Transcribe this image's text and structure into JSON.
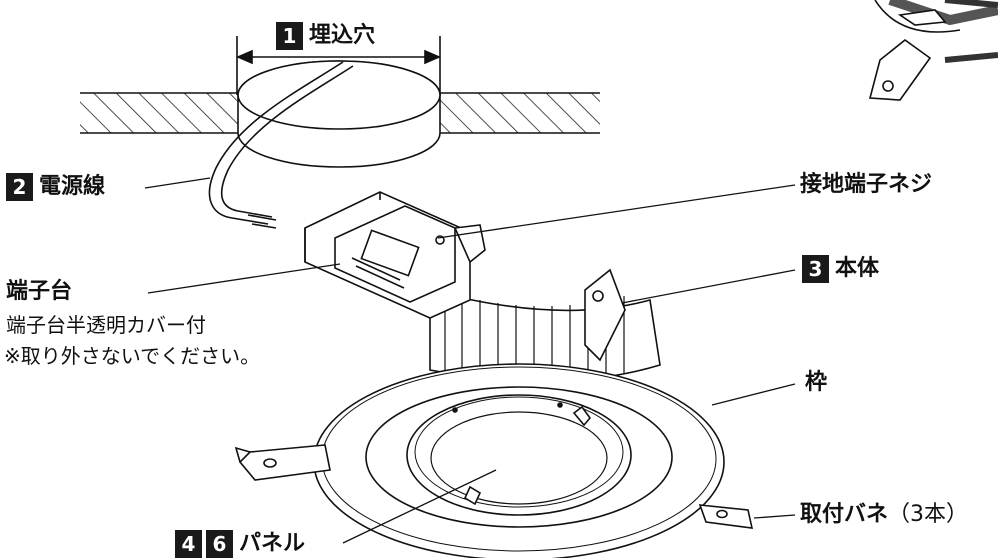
{
  "labels": {
    "hole": {
      "num": "1",
      "text": "埋込穴"
    },
    "power": {
      "num": "2",
      "text": "電源線"
    },
    "ground_screw": {
      "text": "接地端子ネジ"
    },
    "body": {
      "num": "3",
      "text": "本体"
    },
    "terminal": {
      "text": "端子台"
    },
    "terminal_note_1": "端子台半透明カバー付",
    "terminal_note_2": "※取り外さないでください。",
    "frame": {
      "text": "枠"
    },
    "spring": {
      "text": "取付バネ",
      "suffix": "（3本）"
    },
    "panel": {
      "num_a": "4",
      "num_b": "6",
      "text": "パネル"
    }
  }
}
